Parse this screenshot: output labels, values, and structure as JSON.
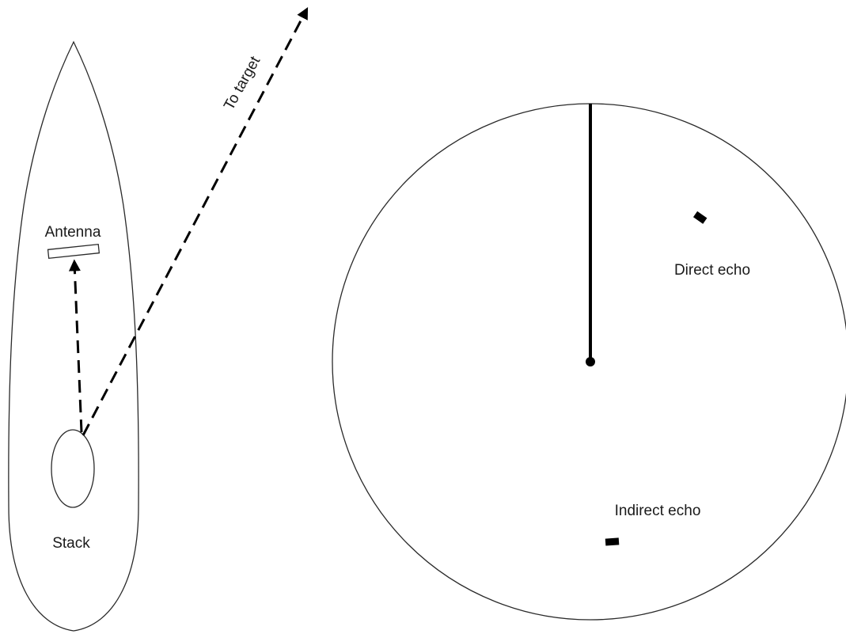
{
  "labels": {
    "antenna": "Antenna",
    "stack": "Stack",
    "to_target": "To target",
    "direct_echo": "Direct echo",
    "indirect_echo": "Indirect echo"
  },
  "colors": {
    "line": "#000000",
    "outline": "#2a2a2a",
    "background": "#ffffff"
  }
}
